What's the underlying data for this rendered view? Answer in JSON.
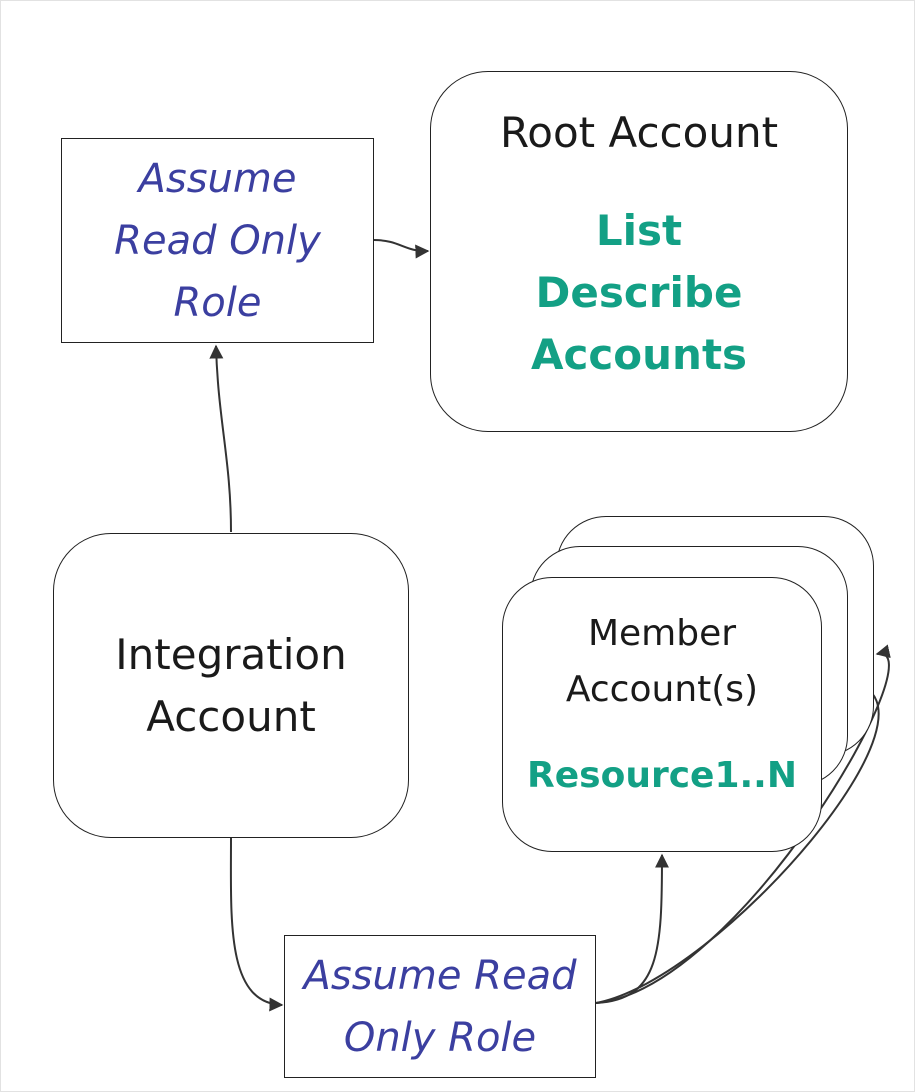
{
  "assume_role_top": {
    "line1": "Assume",
    "line2": "Read Only",
    "line3": "Role"
  },
  "root_account": {
    "title": "Root Account",
    "perm1": "List",
    "perm2": "Describe",
    "perm3": "Accounts"
  },
  "integration_account": {
    "line1": "Integration",
    "line2": "Account"
  },
  "member_account": {
    "line1": "Member",
    "line2": "Account(s)",
    "perm": "Resource1..N"
  },
  "assume_role_bottom": {
    "line1": "Assume Read",
    "line2": "Only Role"
  },
  "colors": {
    "role_text": "#3b3fa0",
    "permission_text": "#13a085",
    "border": "#222222"
  }
}
